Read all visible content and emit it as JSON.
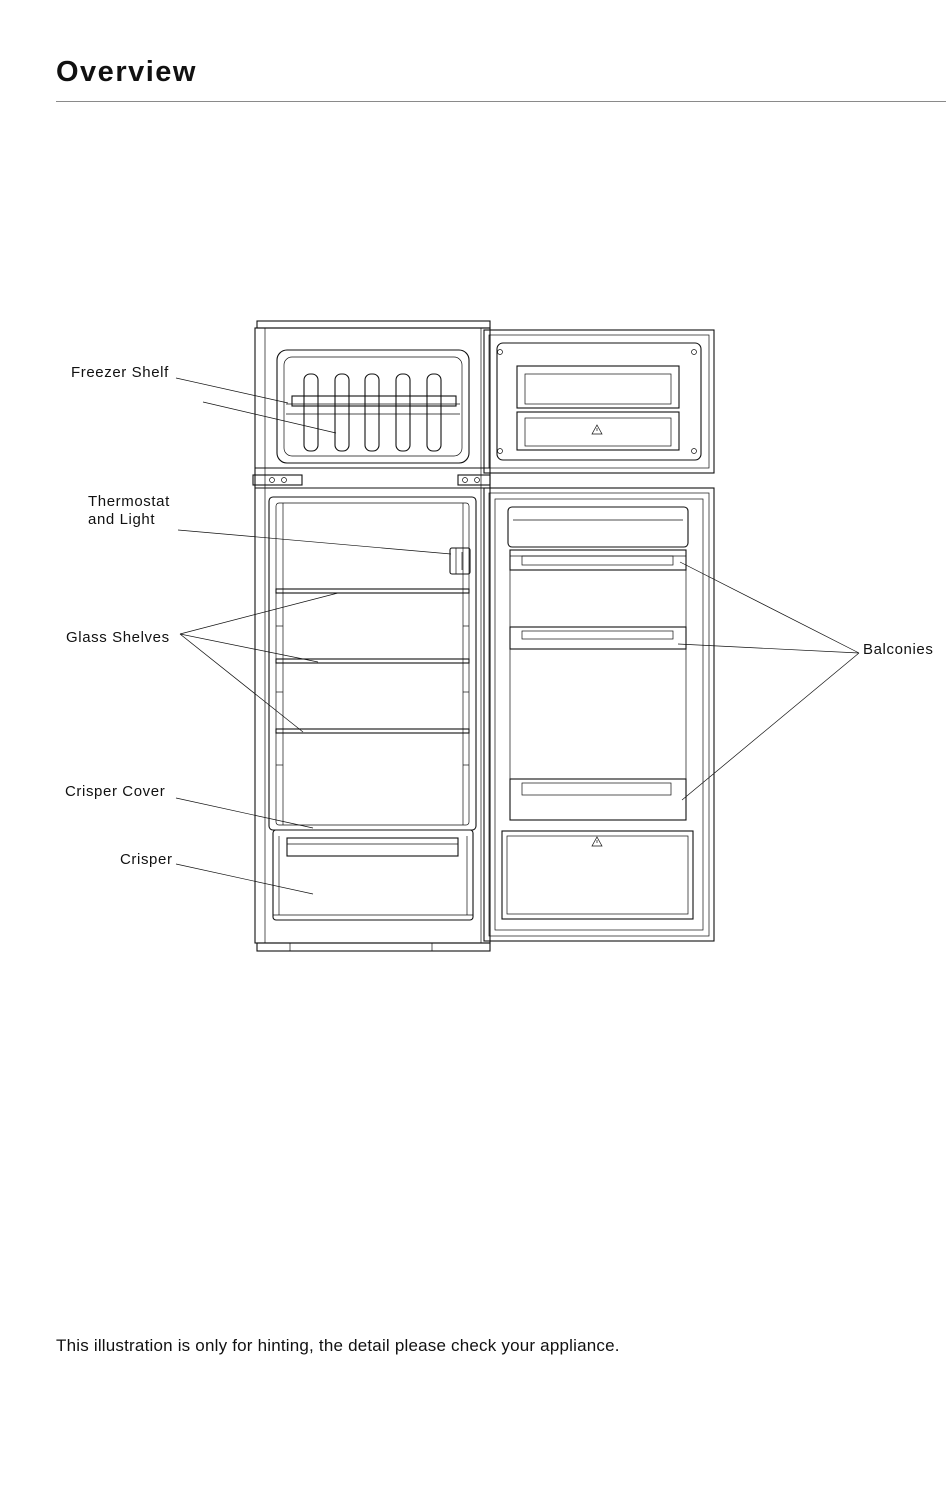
{
  "page": {
    "title": "Overview",
    "footnote": "This illustration is only for hinting, the detail please check your appliance."
  },
  "callouts": {
    "freezer_shelf": "Freezer Shelf",
    "thermostat_line1": "Thermostat",
    "thermostat_line2": "and Light",
    "glass_shelves": "Glass Shelves",
    "crisper_cover": "Crisper Cover",
    "crisper": "Crisper",
    "balconies": "Balconies"
  },
  "icons": {
    "door_symbol": "triangle-warning-icon"
  }
}
